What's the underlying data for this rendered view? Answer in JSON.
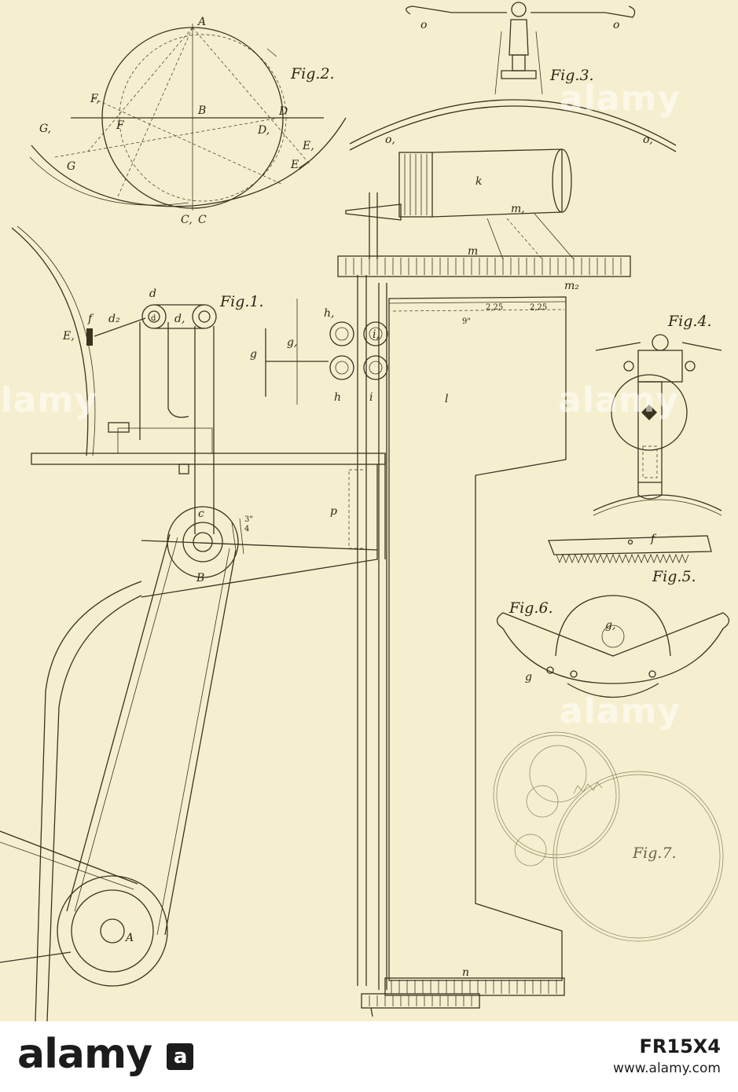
{
  "figures": {
    "fig1": "Fig.1.",
    "fig2": "Fig.2.",
    "fig3": "Fig.3.",
    "fig4": "Fig.4.",
    "fig5": "Fig.5.",
    "fig6": "Fig.6.",
    "fig7": "Fig.7."
  },
  "fig2_labels": {
    "A": "A",
    "B": "B",
    "C": "C",
    "C1": "C,",
    "D": "D",
    "D1": "D,",
    "E": "E,",
    "E1": "E,",
    "F": "F",
    "F1": "F,",
    "G": "G",
    "G1": "G,"
  },
  "fig3_labels": {
    "o_left": "o",
    "o_right": "o",
    "o1_left": "o,",
    "o1_right": "o,",
    "k": "k",
    "m": "m",
    "m1": "m,",
    "m2": "m₂"
  },
  "fig1_labels": {
    "d": "d",
    "d1": "d,",
    "d2": "d₂",
    "d_pin": "d",
    "f": "f",
    "E1": "E,",
    "c": "c",
    "B": "B",
    "A": "A",
    "g": "g",
    "g1": "g,",
    "h": "h",
    "h1": "h,",
    "i": "i",
    "i1": "i,",
    "l": "l",
    "p": "p",
    "n": "n"
  },
  "dimensions": {
    "left": "2,25",
    "right": "2,25",
    "nine": "9\"",
    "frac": "3\"",
    "frac_den": "4"
  },
  "fig5_labels": {
    "f": "f"
  },
  "fig6_labels": {
    "g": "g",
    "g1": "g,"
  },
  "watermark": "alamy",
  "footer": {
    "logo": "alamy",
    "image_id": "FR15X4",
    "site": "www.alamy.com"
  }
}
